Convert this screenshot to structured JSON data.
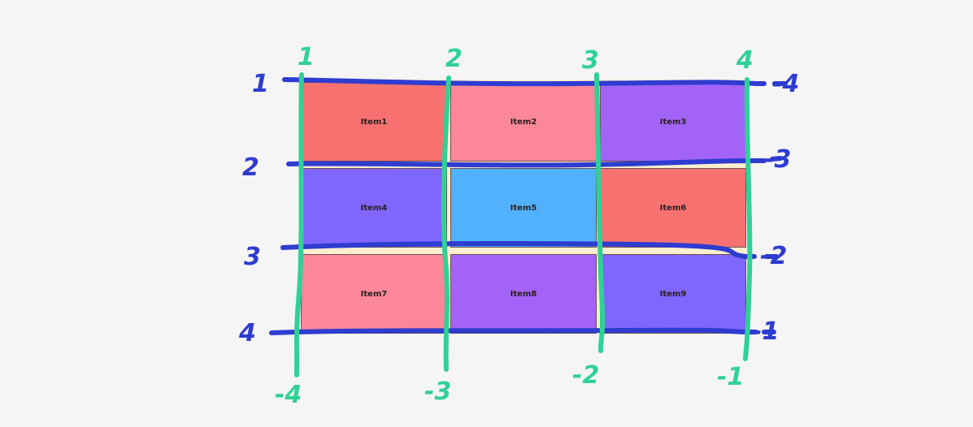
{
  "grid": {
    "items": [
      {
        "label": "Item1",
        "color": "#f87171"
      },
      {
        "label": "Item2",
        "color": "#fb8799"
      },
      {
        "label": "Item3",
        "color": "#a363f7"
      },
      {
        "label": "Item4",
        "color": "#7f66fc"
      },
      {
        "label": "Item5",
        "color": "#52b1fd"
      },
      {
        "label": "Item6",
        "color": "#f87171"
      },
      {
        "label": "Item7",
        "color": "#fb8799"
      },
      {
        "label": "Item8",
        "color": "#a363f7"
      },
      {
        "label": "Item9",
        "color": "#7f66fc"
      }
    ]
  },
  "row_lines": {
    "color": "#2e3cd0",
    "left_labels": [
      "1",
      "2",
      "3",
      "4"
    ],
    "right_labels": [
      "-4",
      "-3",
      "-2",
      "-1"
    ]
  },
  "column_lines": {
    "color": "#2fd197",
    "top_labels": [
      "1",
      "2",
      "3",
      "4"
    ],
    "bottom_labels": [
      "-4",
      "-3",
      "-2",
      "-1"
    ]
  }
}
